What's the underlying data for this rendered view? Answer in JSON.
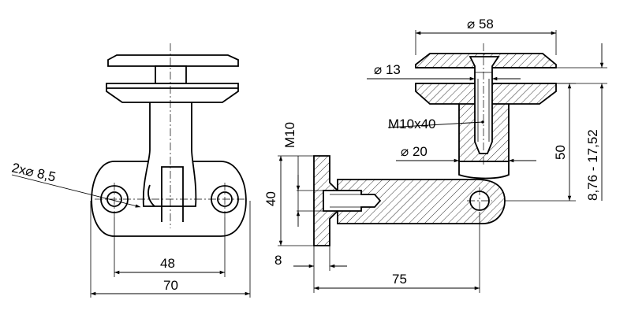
{
  "dimensions": {
    "hole_diameter": "2x⌀ 8,5",
    "hole_spacing": "48",
    "base_width": "70",
    "plate_diameter": "⌀ 58",
    "screw_head_diameter": "⌀ 13",
    "thread": "M10x40",
    "sleeve_diameter": "⌀ 20",
    "arm_height": "50",
    "glass_range": "8,76 - 17,52",
    "thread_label": "M10",
    "flange_height": "40",
    "flange_thickness": "8",
    "arm_length": "75"
  }
}
